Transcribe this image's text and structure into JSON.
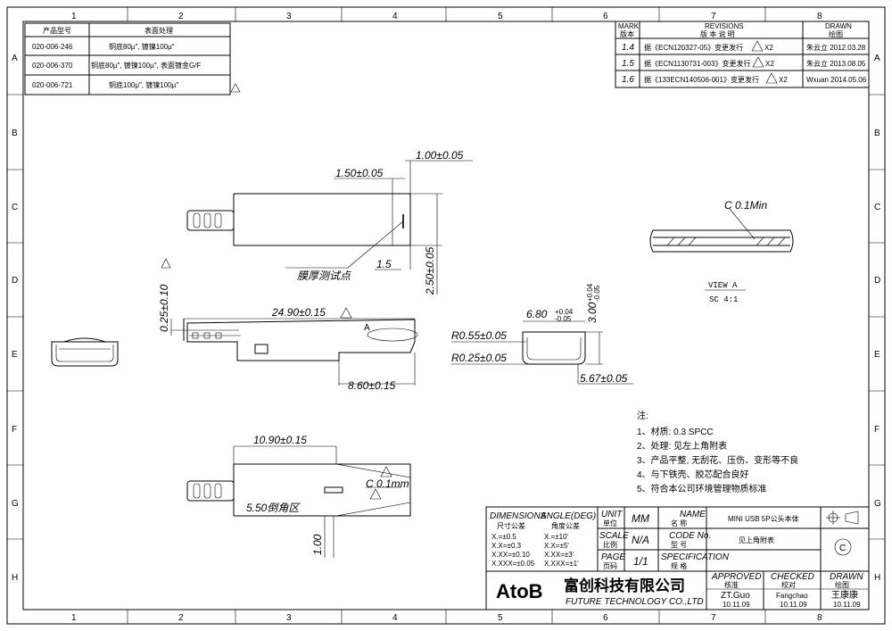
{
  "border": {
    "cols": [
      "1",
      "2",
      "3",
      "4",
      "5",
      "6",
      "7",
      "8"
    ],
    "rows": [
      "A",
      "B",
      "C",
      "D",
      "E",
      "F",
      "G",
      "H"
    ]
  },
  "part_table": {
    "headers": [
      "产品型号",
      "表面处理"
    ],
    "rows": [
      [
        "020-006-246",
        "铜底80μ″, 镀镍100μ″"
      ],
      [
        "020-006-370",
        "铜底80μ″, 镀镍100μ″, 表面镀金G/F"
      ],
      [
        "020-006-721",
        "铜底100μ″, 镀镍100μ″"
      ]
    ]
  },
  "revisions": {
    "header_mark": "MARK",
    "header_mark_cn": "版本",
    "header_rev": "REVISIONS",
    "header_rev_cn": "版 本 说 明",
    "header_drawn": "DRAWN",
    "header_drawn_cn": "绘图",
    "rows": [
      {
        "mark": "1.4",
        "desc": "据《ECN120327-05》变更发行",
        "qty": "X2",
        "by": "朱云立 2012.03.28"
      },
      {
        "mark": "1.5",
        "desc": "据《ECN1130731-003》变更发行",
        "qty": "X2",
        "by": "朱云立 2013.08.05"
      },
      {
        "mark": "1.6",
        "desc": "据《133ECN140506-001》变更发行",
        "qty": "X2",
        "by": "Wxuan 2014.05.06"
      }
    ]
  },
  "dimensions": {
    "d1": "1.00±0.05",
    "d2": "1.50±0.05",
    "d3": "1.5",
    "d4": "2.50±0.05",
    "d5": "0.25±0.10",
    "d6": "24.90±0.15",
    "d7": "8.60±0.15",
    "d8": "6.80",
    "d8_tol_up": "+0.04",
    "d8_tol_dn": "-0.05",
    "d9": "3.00",
    "d9_tol_up": "+0.04",
    "d9_tol_dn": "-0.05",
    "d10": "R0.55±0.05",
    "d11": "R0.25±0.05",
    "d12": "5.67±0.05",
    "d13": "10.90±0.15",
    "d14": "C 0.1mm",
    "d15": "5.50倒角区",
    "d16": "1.00",
    "view_c": "C 0.1Min",
    "view_label": "VIEW A",
    "view_scale": "SC 4:1",
    "callout": "膜厚测试点",
    "view_letter": "A"
  },
  "notes": {
    "title": "注:",
    "items": [
      "1、材质: 0.3 SPCC",
      "2、处理: 见左上角附表",
      "3、产品平整, 无刮花、压伤、变形等不良",
      "4、与下铁壳、胶芯配合良好",
      "5、符合本公司环境管理物质标准"
    ]
  },
  "title_block": {
    "dim_label": "DIMENSIONS",
    "dim_label_cn": "尺寸公差",
    "angle_label": "ANGLE(DEG)",
    "angle_label_cn": "角度公差",
    "tolerances": [
      "X.=±0.5",
      "X.X=±0.3",
      "X.XX=±0.10",
      "X.XXX=±0.05"
    ],
    "angles": [
      "X.=±10'",
      "X.X=±5'",
      "X.XX=±3'",
      "X.XXX=±1'"
    ],
    "unit_label": "UNIT",
    "unit_label_cn": "单位",
    "unit_value": "MM",
    "scale_label": "SCALE",
    "scale_label_cn": "比例",
    "scale_value": "N/A",
    "page_label": "PAGE",
    "page_label_cn": "页码",
    "page_value": "1/1",
    "name_label": "NAME",
    "name_label_cn": "名 称",
    "name_value": "MINI USB 5P公头本体",
    "code_label": "CODE No.",
    "code_label_cn": "型 号",
    "code_value": "见上角附表",
    "spec_label": "SPECIFICATION",
    "spec_label_cn": "规 格",
    "company_logo": "AtoB",
    "company_cn": "富创科技有限公司",
    "company_en": "FUTURE TECHNOLOGY CO.,LTD",
    "approved_label": "APPROVED",
    "approved_label_cn": "核准",
    "approved_name": "ZT.Guo",
    "approved_date": "10.11.09",
    "checked_label": "CHECKED",
    "checked_label_cn": "校对",
    "checked_name": "Fangchao",
    "checked_date": "10.11.09",
    "drawn_label": "DRAWN",
    "drawn_label_cn": "绘图",
    "drawn_name": "王康康",
    "drawn_date": "10.11.09",
    "copyright": "C"
  }
}
